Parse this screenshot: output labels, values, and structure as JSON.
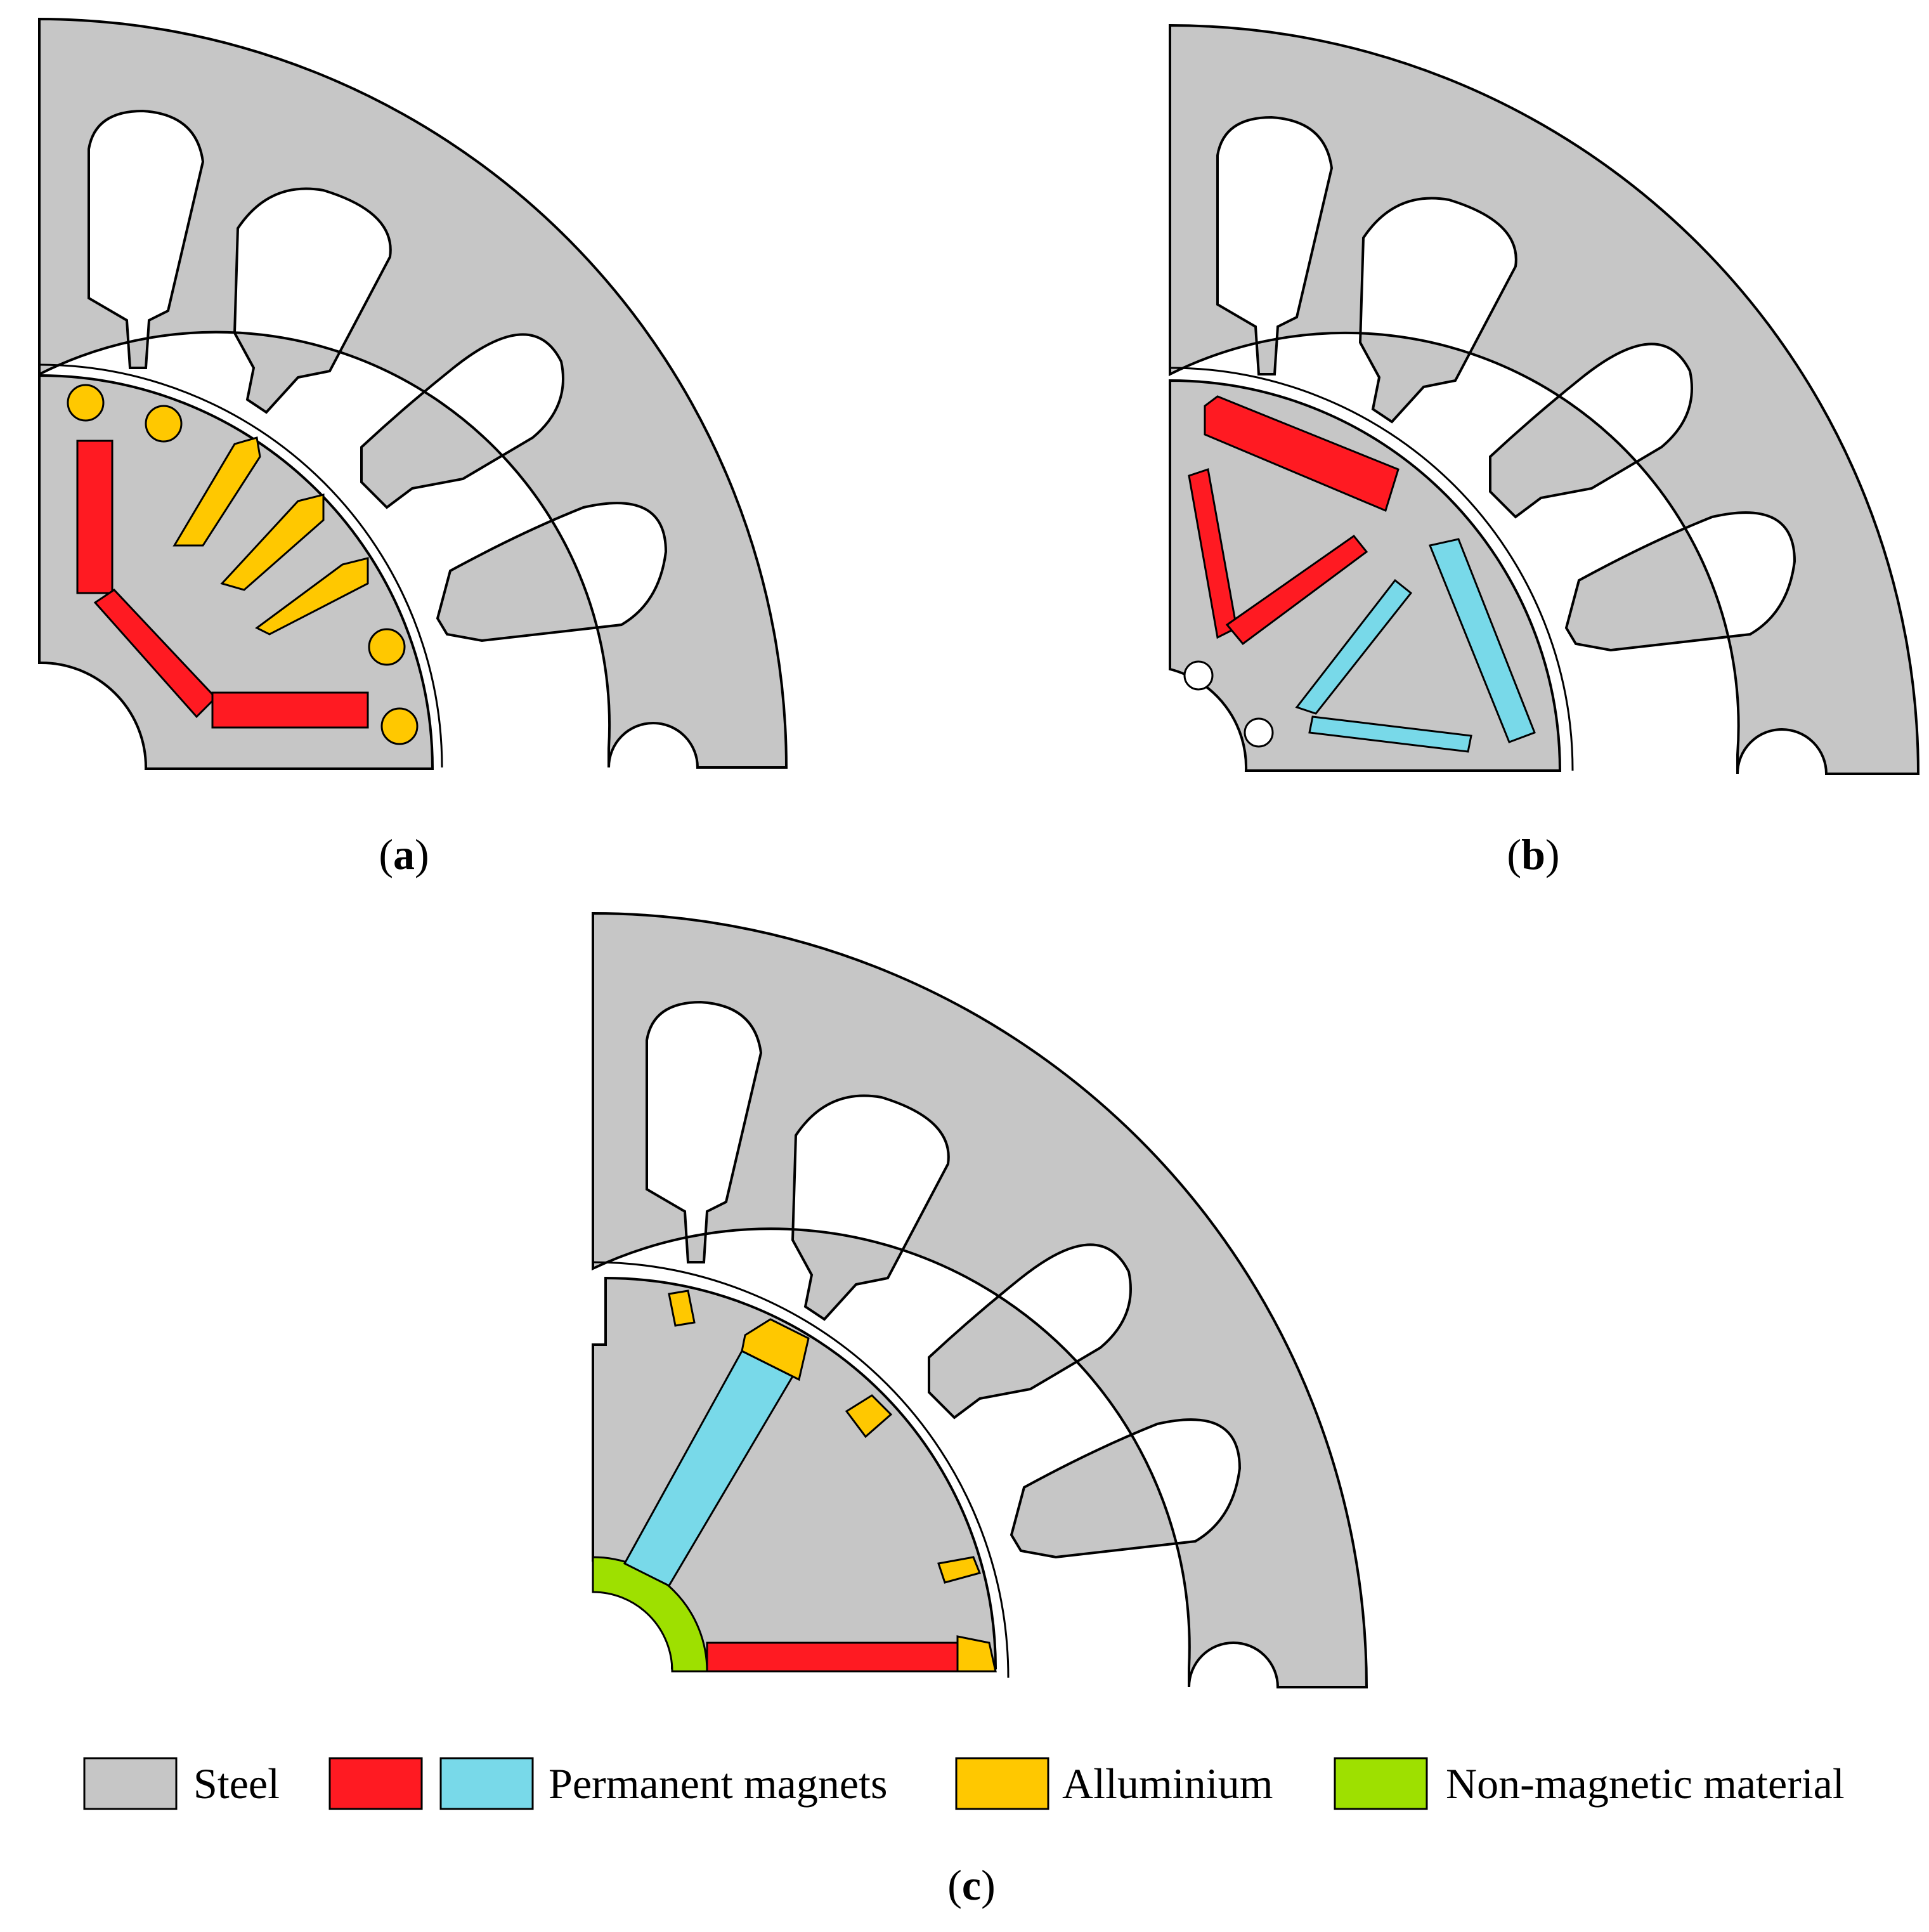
{
  "panels": [
    {
      "id": "a",
      "letter": "a"
    },
    {
      "id": "b",
      "letter": "b"
    },
    {
      "id": "c",
      "letter": "c"
    }
  ],
  "legend": [
    {
      "key": "steel",
      "label": "Steel",
      "colors": [
        "#c6c6c6"
      ]
    },
    {
      "key": "permanent-magnets",
      "label": "Permanent magnets",
      "colors": [
        "#ff1a22",
        "#78d9e9"
      ]
    },
    {
      "key": "alluminium",
      "label": "Alluminium",
      "colors": [
        "#ffc800"
      ]
    },
    {
      "key": "non-magnetic",
      "label": "Non-magnetic material",
      "colors": [
        "#9ee000"
      ]
    }
  ],
  "colors": {
    "steel": "#c6c6c6",
    "magnet_red": "#ff1a22",
    "magnet_blue": "#78d9e9",
    "alluminium": "#ffc800",
    "non_magnetic": "#9ee000",
    "background": "#ffffff",
    "outline": "#000000"
  }
}
